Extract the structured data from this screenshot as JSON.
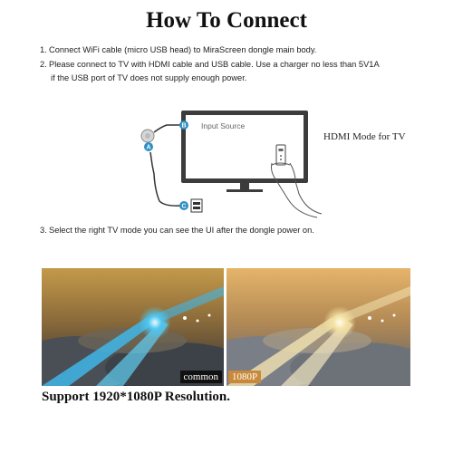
{
  "title": "How To Connect",
  "steps": {
    "s1_num": "1.",
    "s1": "Connect WiFi cable (micro USB head) to MiraScreen dongle main body.",
    "s2_num": "2.",
    "s2": "Please connect to TV with HDMI cable and USB cable. Use a charger no less than 5V1A",
    "s2b": "if the USB port of TV does not supply enough power.",
    "s3_num": "3.",
    "s3": "Select the right TV mode you can see the UI after the dongle power on."
  },
  "diagram": {
    "screen_text": "Input Source",
    "hdmi_mode": "HDMI Mode for TV",
    "marker_a": "A",
    "marker_b": "B",
    "marker_c": "C",
    "icons": [
      "tv-icon",
      "dongle-icon",
      "hand-remote-icon",
      "usb-port-icon"
    ]
  },
  "comparison": {
    "left_label": "common",
    "right_label": "1080P"
  },
  "support": "Support 1920*1080P Resolution.",
  "colors": {
    "marker": "#2f8fc2",
    "tv": "#3c3c3c",
    "highlight_label": "#c9893a"
  }
}
